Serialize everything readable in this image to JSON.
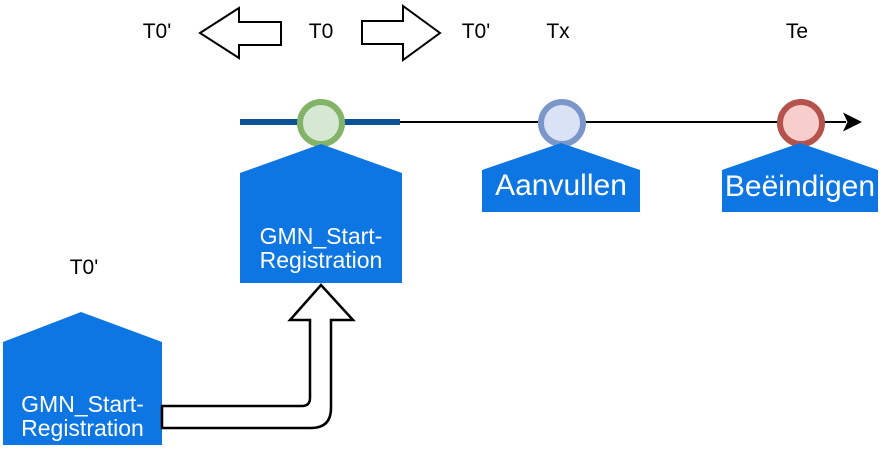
{
  "labels": {
    "t0_prime_left": "T0'",
    "t0_center": "T0",
    "t0_prime_right": "T0'",
    "tx": "Tx",
    "te": "Te",
    "t0_prime_bottom": "T0'"
  },
  "nodes": {
    "start_registration_top": {
      "line1": "GMN_Start-",
      "line2": "Registration"
    },
    "aanvullen": {
      "label": "Aanvullen"
    },
    "beeindigen": {
      "label": "Beëindigen"
    },
    "start_registration_bottom": {
      "line1": "GMN_Start-",
      "line2": "Registration"
    }
  },
  "colors": {
    "node_blue": "#0D76E3",
    "timeline_thick_blue": "#0B5394",
    "timeline_black": "#000000",
    "milestone_green_stroke": "#82B366",
    "milestone_green_fill": "#D5E8D4",
    "milestone_blue_stroke": "#7B97C9",
    "milestone_blue_fill": "#DAE3F5",
    "milestone_red_stroke": "#B5524C",
    "milestone_red_fill": "#F8CECC",
    "outline_fill": "#FFFFFF",
    "outline_stroke": "#000000"
  }
}
